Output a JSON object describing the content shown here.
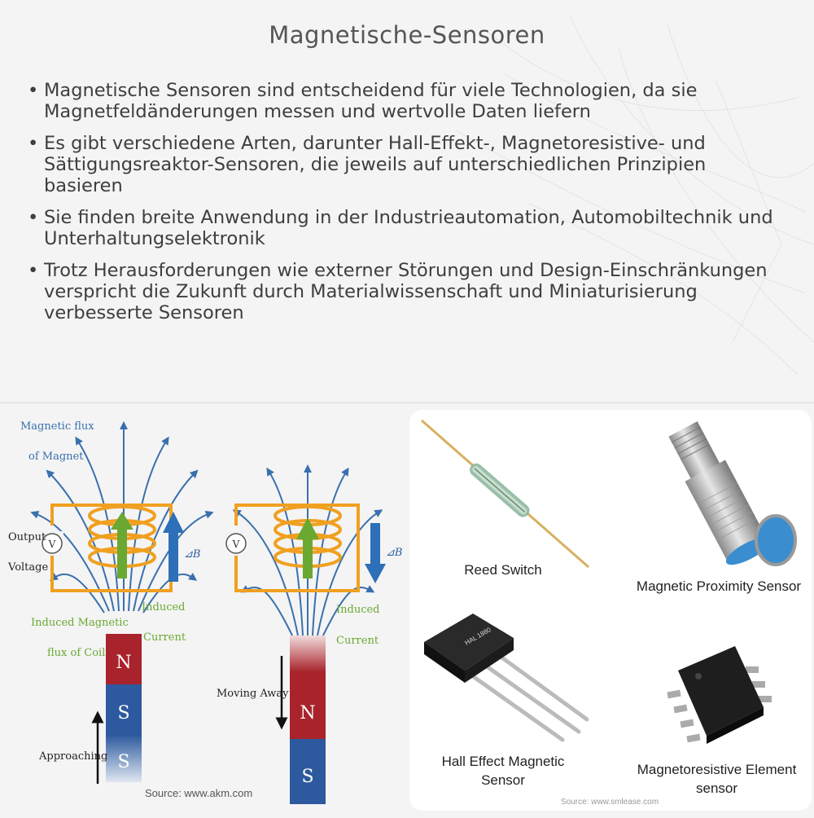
{
  "title": "Magnetische-Sensoren",
  "bullets": [
    "Magnetische Sensoren sind entscheidend für viele Technologien, da sie Magnetfeldänderungen messen und wertvolle Daten liefern",
    "Es gibt verschiedene Arten, darunter Hall-Effekt-, Magnetoresistive- und Sättigungsreaktor-Sensoren, die jeweils auf unterschiedlichen Prinzipien basieren",
    "Sie finden breite Anwendung in der Industrieautomation, Automobiltechnik und Unterhaltungselektronik",
    "Trotz Herausforderungen wie externer Störungen und Design-Einschränkungen verspricht die Zukunft durch Materialwissenschaft und Miniaturisierung verbesserte Sensoren"
  ],
  "diagram": {
    "flux_magnet_1": "Magnetic flux",
    "flux_magnet_2": "of Magnet",
    "output_1": "Output",
    "output_2": "Voltage",
    "voltmeter": "V",
    "delta_b": "⊿B",
    "induced_current_1": "Induced",
    "induced_current_2": "Current",
    "induced_flux_1": "Induced Magnetic",
    "induced_flux_2": "flux of Coil",
    "pole_n": "N",
    "pole_s": "S",
    "approaching": "Approaching",
    "moving_away": "Moving Away",
    "source": "Source: www.akm.com"
  },
  "products": {
    "reed_switch": "Reed Switch",
    "proximity_sensor": "Magnetic Proximity Sensor",
    "hall_1": "Hall Effect Magnetic",
    "hall_2": "Sensor",
    "hall_chip_text": "HAL 1880",
    "mr_1": "Magnetoresistive Element",
    "mr_2": "sensor",
    "source": "Source: www.smlease.com"
  },
  "colors": {
    "flux_blue": "#3a6fae",
    "coil_orange": "#f0a020",
    "induced_green": "#6aa832",
    "pole_red": "#a8232b",
    "pole_blue": "#2d5a9e"
  }
}
